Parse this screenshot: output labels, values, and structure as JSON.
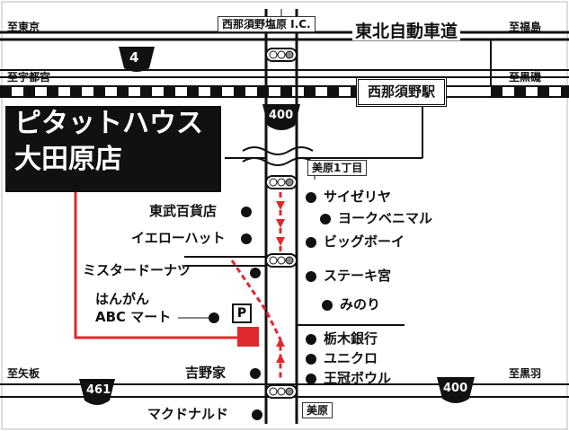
{
  "title": {
    "line1": "ピタットハウス",
    "line2": "大田原店"
  },
  "roads": {
    "to_higashi": "至東京",
    "to_fukushima": "至福島",
    "to_utsunomiya": "至宇都宮",
    "to_kuroiso": "至黒磯",
    "to_yaita": "至矢板",
    "to_kurobane": "至黒羽",
    "expressway": "東北自動車道",
    "interchange": "西那須野塩原 I.C.",
    "route_4": "4",
    "route_400_north": "400",
    "route_400_south": "400",
    "route_461": "461"
  },
  "station": "西那須野駅",
  "intersections": {
    "mihara_1": "美原1丁目",
    "mihara": "美原"
  },
  "shops_left": {
    "tobu": "東武百貨店",
    "yellowhat": "イエローハット",
    "misdo": "ミスタードーナツ",
    "hangan_1": "はんがん",
    "hangan_2": "ABC マート",
    "yoshinoya": "吉野家",
    "mcdonalds": "マクドナルド"
  },
  "shops_right": {
    "saizeriya": "サイゼリヤ",
    "yorkbenimaru": "ヨークベニマル",
    "bigboy": "ビッグボーイ",
    "steak": "ステーキ宮",
    "minori": "みのり",
    "tochigi_bank": "栃木銀行",
    "uniqlo": "ユニクロ",
    "oukan_bowl": "王冠ボウル"
  },
  "parking_label": "P",
  "colors": {
    "route_red": "#e0282e",
    "road": "#111111",
    "background": "#ffffff"
  }
}
